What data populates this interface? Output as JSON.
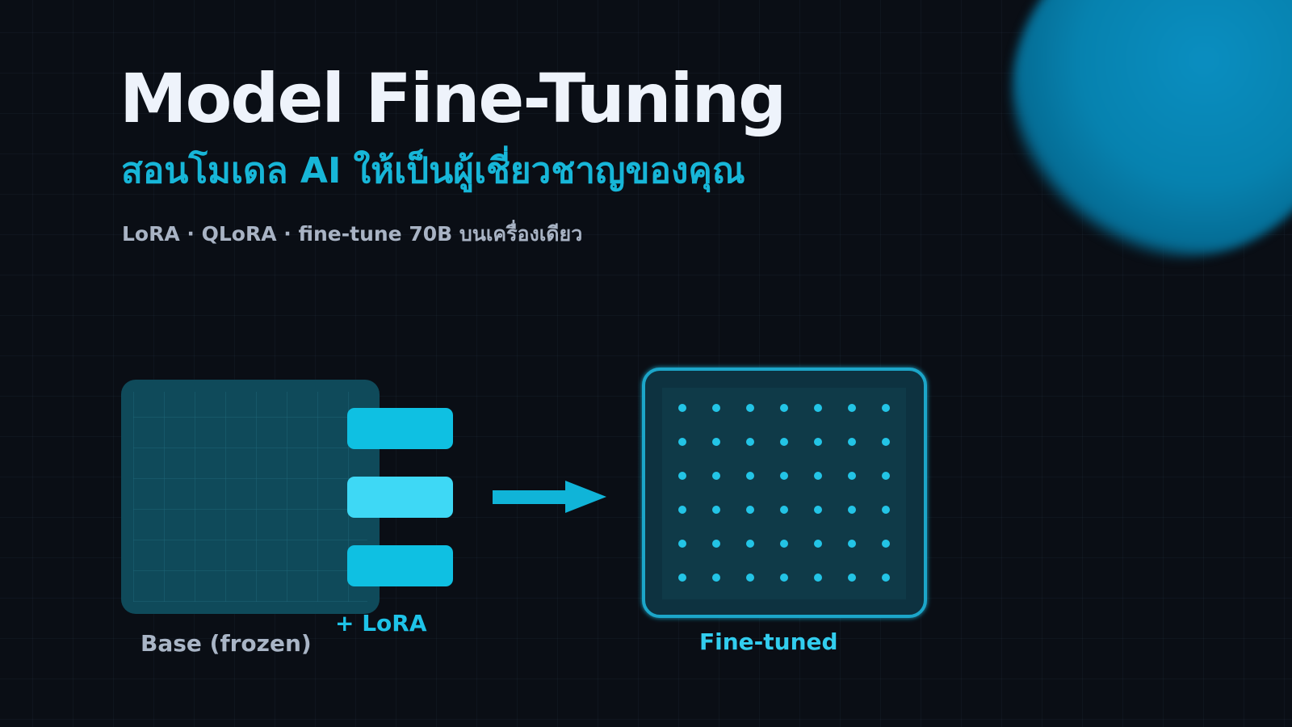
{
  "hero": {
    "title": "Model Fine-Tuning",
    "subtitle": "สอนโมเดล AI ให้เป็นผู้เชี่ยวชาญของคุณ",
    "tagline": "LoRA · QLoRA · fine-tune 70B บนเครื่องเดียว"
  },
  "diagram": {
    "base_label": "Base (frozen)",
    "lora_label": "+ LoRA",
    "finetuned_label": "Fine-tuned",
    "adapter_count": 3,
    "finetuned_dot_grid": {
      "columns": 7,
      "rows": 6
    }
  },
  "colors": {
    "background": "#0a0e15",
    "title": "#eef3fb",
    "accent_cyan": "#17b6d8",
    "muted_text": "#a8b3c4",
    "base_block": "#0f4a5a",
    "adapter": "#0fc0e2",
    "adapter_highlight": "#3ed8f5",
    "finetuned_border": "#1aa6c9",
    "dot": "#23c4e6",
    "glow": "#0a8ec0"
  }
}
